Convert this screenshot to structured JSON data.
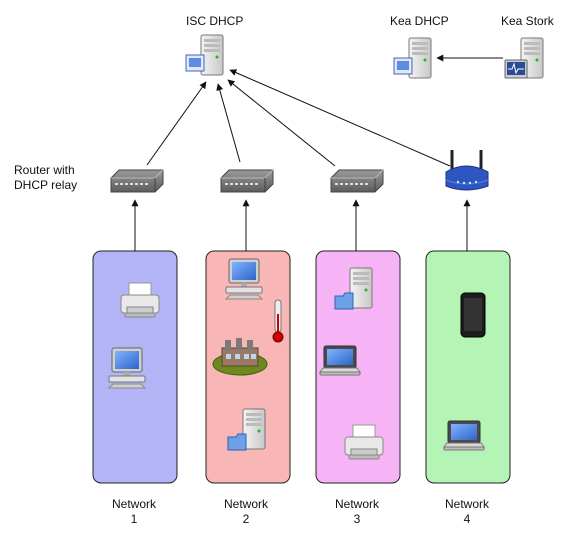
{
  "servers": {
    "isc": "ISC DHCP",
    "kea": "Kea DHCP",
    "stork": "Kea Stork"
  },
  "relay": {
    "line1": "Router with",
    "line2": "DHCP relay"
  },
  "networks": [
    {
      "word": "Network",
      "num": "1",
      "color": "#b3b4f6"
    },
    {
      "word": "Network",
      "num": "2",
      "color": "#f8b6b6"
    },
    {
      "word": "Network",
      "num": "3",
      "color": "#f6b4f6"
    },
    {
      "word": "Network",
      "num": "4",
      "color": "#b4f4b4"
    }
  ],
  "icons": [
    "server-icon",
    "router-icon",
    "wifi-router-icon",
    "printer-icon",
    "desktop-computer-icon",
    "factory-icon",
    "thermometer-icon",
    "laptop-icon",
    "smartphone-icon"
  ]
}
